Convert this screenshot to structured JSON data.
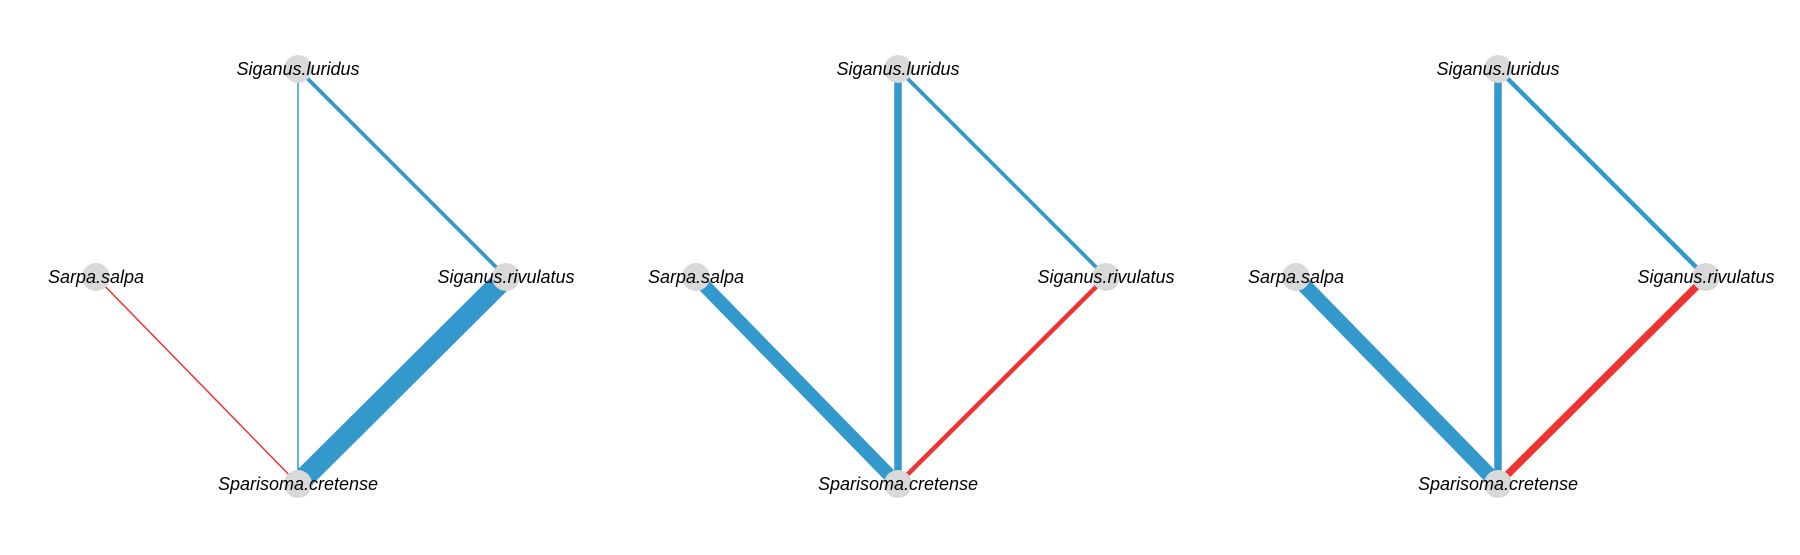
{
  "colors": {
    "positive_edge": "#3399cc",
    "negative_edge": "#ee3333",
    "node_fill": "#d9d9d9"
  },
  "node_labels": {
    "luridus": "Siganus.luridus",
    "salpa": "Sarpa.salpa",
    "rivulatus": "Siganus.rivulatus",
    "cretense": "Sparisoma.cretense"
  },
  "networks": [
    {
      "edges": [
        {
          "from": "luridus",
          "to": "cretense",
          "sign": "positive",
          "weight": 1
        },
        {
          "from": "luridus",
          "to": "rivulatus",
          "sign": "positive",
          "weight": 2.5
        },
        {
          "from": "rivulatus",
          "to": "cretense",
          "sign": "positive",
          "weight": 14
        },
        {
          "from": "salpa",
          "to": "cretense",
          "sign": "negative",
          "weight": 1
        }
      ]
    },
    {
      "edges": [
        {
          "from": "luridus",
          "to": "cretense",
          "sign": "positive",
          "weight": 5
        },
        {
          "from": "luridus",
          "to": "rivulatus",
          "sign": "positive",
          "weight": 2.5
        },
        {
          "from": "rivulatus",
          "to": "cretense",
          "sign": "negative",
          "weight": 3
        },
        {
          "from": "salpa",
          "to": "cretense",
          "sign": "positive",
          "weight": 9
        }
      ]
    },
    {
      "edges": [
        {
          "from": "luridus",
          "to": "cretense",
          "sign": "positive",
          "weight": 5
        },
        {
          "from": "luridus",
          "to": "rivulatus",
          "sign": "positive",
          "weight": 3
        },
        {
          "from": "rivulatus",
          "to": "cretense",
          "sign": "negative",
          "weight": 5
        },
        {
          "from": "salpa",
          "to": "cretense",
          "sign": "positive",
          "weight": 10
        }
      ]
    }
  ]
}
